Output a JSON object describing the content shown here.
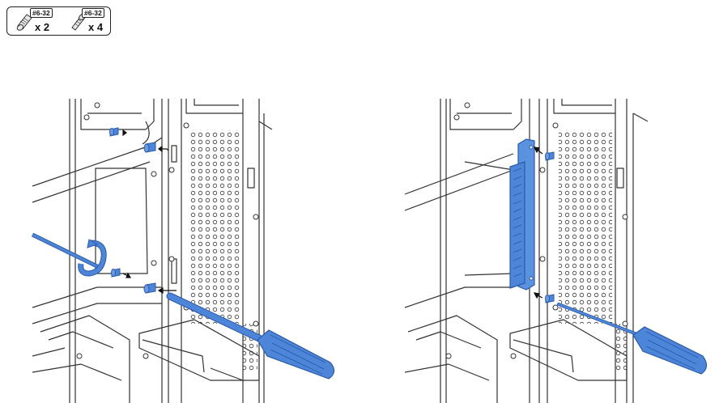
{
  "legend": {
    "items": [
      {
        "icon": "standoff-screw-icon",
        "size_tag": "#6-32",
        "quantity": "x 2"
      },
      {
        "icon": "flat-head-screw-icon",
        "size_tag": "#6-32",
        "quantity": "x 4"
      }
    ]
  },
  "colors": {
    "accent_blue": "#4d86d9",
    "accent_blue_dark": "#2b5aa8",
    "line": "#333333",
    "background": "#ffffff"
  },
  "panels": [
    {
      "step": "install-standoffs"
    },
    {
      "step": "attach-bracket"
    }
  ]
}
